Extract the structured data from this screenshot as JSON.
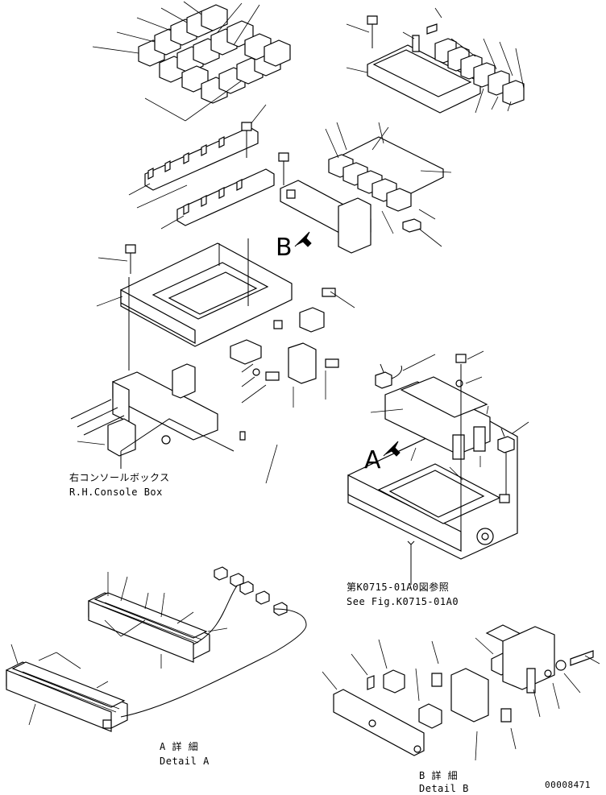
{
  "labels": {
    "section_a": "A",
    "section_b": "B",
    "console_box_jp": "右コンソールボックス",
    "console_box_en": "R.H.Console Box",
    "see_fig_jp": "第K0715-01A0図参照",
    "see_fig_en": "See Fig.K0715-01A0",
    "detail_a_jp": "A 詳 細",
    "detail_a_en": "Detail A",
    "detail_b_jp": "B 詳 細",
    "detail_b_en": "Detail B",
    "drawing_no": "00008471"
  },
  "icons": [
    "relay-icon",
    "bolt-icon",
    "bracket-icon",
    "fuse-box-icon",
    "toggle-switch-icon",
    "arrow-icon"
  ]
}
